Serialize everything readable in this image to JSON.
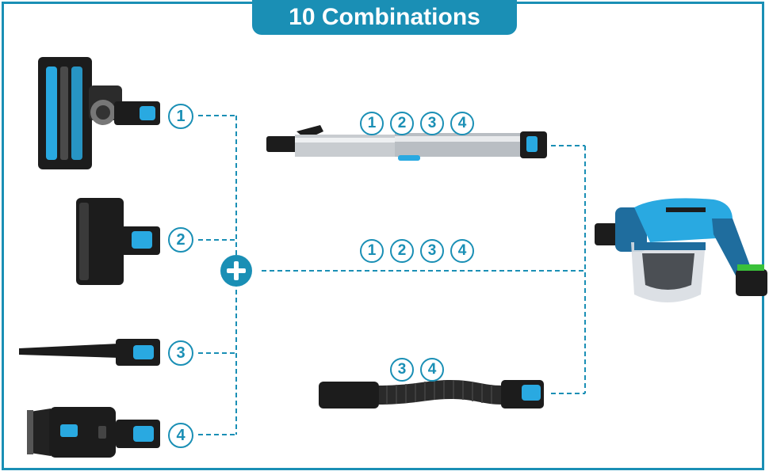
{
  "header": {
    "title": "10 Combinations"
  },
  "colors": {
    "accent": "#1a8fb5",
    "highlight": "#29a9e1",
    "dark": "#1c1c1c"
  },
  "attachments": [
    {
      "number": "1",
      "name": "motorized-floor-brush"
    },
    {
      "number": "2",
      "name": "mini-motorized-brush"
    },
    {
      "number": "3",
      "name": "crevice-tool"
    },
    {
      "number": "4",
      "name": "2-in-1-dusting-brush"
    }
  ],
  "routes": {
    "extension_tube": {
      "labels": [
        "1",
        "2",
        "3",
        "4"
      ]
    },
    "direct": {
      "labels": [
        "1",
        "2",
        "3",
        "4"
      ]
    },
    "flexible_hose": {
      "labels": [
        "3",
        "4"
      ]
    }
  },
  "icons": {
    "join": "plus-icon"
  }
}
